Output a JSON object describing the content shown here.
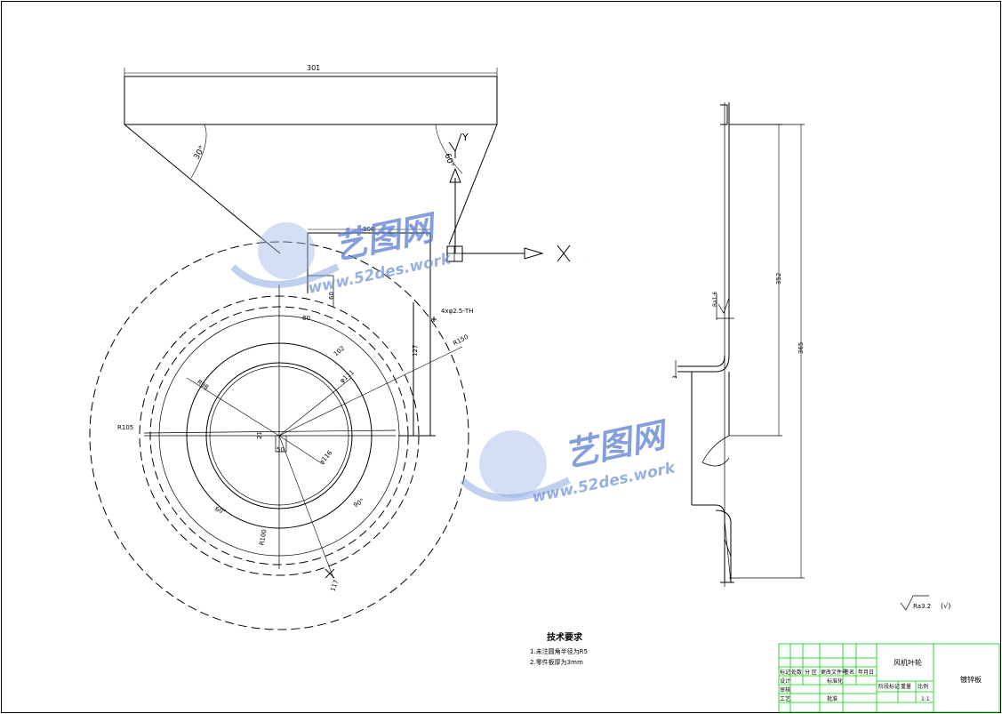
{
  "dimensions": {
    "top_width": "301",
    "angle_left": "30°",
    "angle_right": "60°",
    "slot_width": "108",
    "slot_depth": "60",
    "hole_spec": "4xφ2.5-TH",
    "r150": "R150",
    "r102": "102",
    "r90": "90",
    "r98": "R98",
    "phi111": "φ111",
    "phi116": "φ116",
    "r105": "R105",
    "offset_21": "21",
    "offset_50": "50",
    "dim_127": "127",
    "r100": "R100",
    "angle_60b": "60°",
    "angle_90": "90°",
    "dim_117": "117",
    "dim_80": "80",
    "side_352": "352",
    "side_365": "365",
    "side_3": "3",
    "ra_16": "Ra1.6"
  },
  "axes": {
    "x": "X",
    "y": "Y"
  },
  "roughness": {
    "value": "Ra3.2",
    "other": "(√)"
  },
  "tech_requirements": {
    "title": "技术要求",
    "items": [
      "1.未注圆角半径为R5",
      "2.零件板厚为3mm"
    ]
  },
  "title_block": {
    "part_name": "风机叶轮",
    "material": "镀锌板",
    "scale": "1:1",
    "labels": {
      "mark": "标记",
      "count": "处数",
      "zone": "分 区",
      "change_no": "更改文件号",
      "sign": "签名",
      "date": "年月日",
      "design": "设计",
      "standard": "标准化",
      "check": "审核",
      "process": "工艺",
      "approve": "批准",
      "stage": "阶段标记",
      "weight": "重量",
      "ratio": "比例"
    }
  },
  "watermark": {
    "brand": "艺图网",
    "url": "www.52des.work"
  },
  "colors": {
    "line": "#000000",
    "grid": "#00d000",
    "watermark": "#5b7fcf"
  }
}
